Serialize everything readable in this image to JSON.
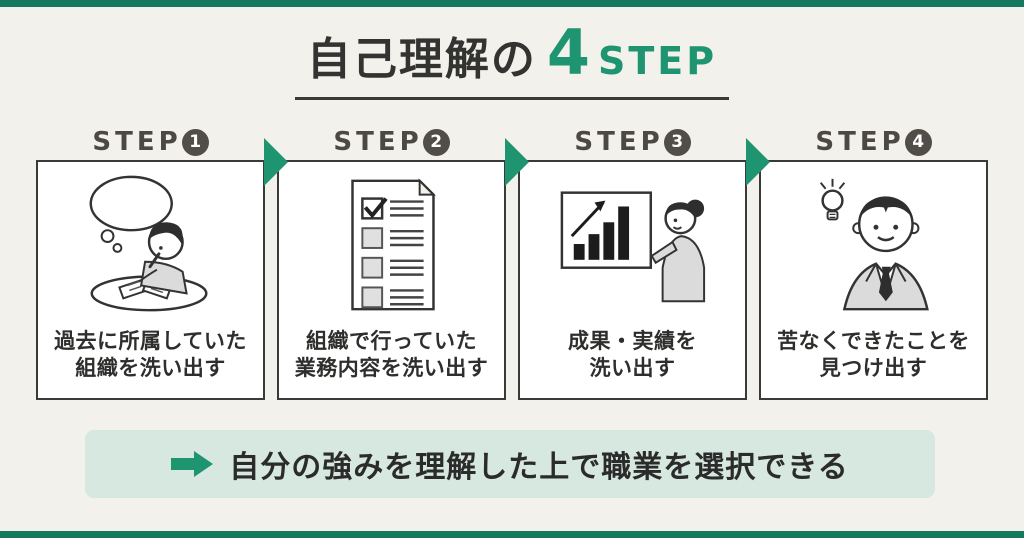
{
  "page": {
    "background": "#F2F1EC",
    "edge_bar_color": "#15795D",
    "accent_green": "#1E9470",
    "box_border_color": "#3A3A39",
    "step_header_color": "#4C4842"
  },
  "title": {
    "prefix": "自己理解の",
    "number": "4",
    "suffix": "STEP"
  },
  "steps": [
    {
      "label": "STEP",
      "num": "1",
      "icon": "thinking-writer-illustration",
      "caption_line1": "過去に所属していた",
      "caption_line2": "組織を洗い出す"
    },
    {
      "label": "STEP",
      "num": "2",
      "icon": "checklist-illustration",
      "caption_line1": "組織で行っていた",
      "caption_line2": "業務内容を洗い出す"
    },
    {
      "label": "STEP",
      "num": "3",
      "icon": "growth-chart-presenter-illustration",
      "caption_line1": "成果・実績を",
      "caption_line2": "洗い出す"
    },
    {
      "label": "STEP",
      "num": "4",
      "icon": "idea-man-illustration",
      "caption_line1": "苦なくできたことを",
      "caption_line2": "見つけ出す"
    }
  ],
  "banner": {
    "text": "自分の強みを理解した上で職業を選択できる",
    "background": "#D6E8E0",
    "arrow_color": "#1E9470"
  }
}
